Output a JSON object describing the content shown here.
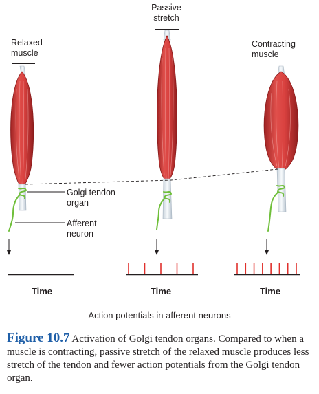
{
  "labels": {
    "passive": "Passive\nstretch",
    "relaxed": "Relaxed\nmuscle",
    "contracting": "Contracting\nmuscle",
    "golgi": "Golgi tendon\norgan",
    "afferent": "Afferent\nneuron",
    "time": "Time",
    "action_potentials": "Action potentials in afferent neurons"
  },
  "caption": {
    "figure": "Figure 10.7",
    "text": "Activation of Golgi tendon organs. Compared to when a muscle is contracting, passive stretch of the relaxed muscle produces less stretch of the tendon and fewer action potentials from the Golgi tendon organ."
  },
  "colors": {
    "muscle": "#d9413f",
    "muscle_dark": "#a82626",
    "tendon": "#e6edf3",
    "neuron": "#6fbf3a",
    "spike": "#e0302c",
    "caption_blue": "#1f5fa8"
  },
  "action_potentials": {
    "relaxed": 0,
    "passive_stretch": 5,
    "contracting": 8
  }
}
